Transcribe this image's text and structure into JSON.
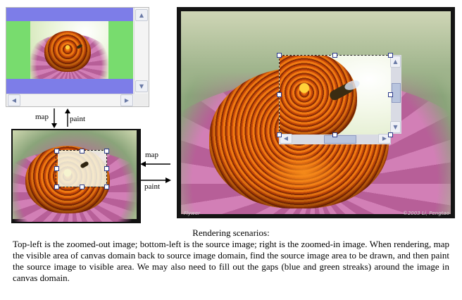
{
  "arrows": {
    "left_down_label": "map",
    "left_up_label": "paint",
    "right_left_label": "map",
    "right_right_label": "paint"
  },
  "zoomed_image": {
    "caption_left": "Flywer",
    "caption_right": "©2003 Li, Pengtao"
  },
  "caption": {
    "title": "Rendering scenarios:",
    "body": "Top-left is the zoomed-out image; bottom-left is the source image; right is the zoomed-in image. When rendering, map the visible area of canvas domain back to source image domain, find the source image area to be drawn, and then paint the source image to visible area. We may also need to fill out the gaps (blue and green streaks) around the image in canvas domain."
  },
  "colors": {
    "gap_blue": "#7d7de8",
    "gap_green": "#78dc6e",
    "selection_handle": "#2b3a8a"
  }
}
